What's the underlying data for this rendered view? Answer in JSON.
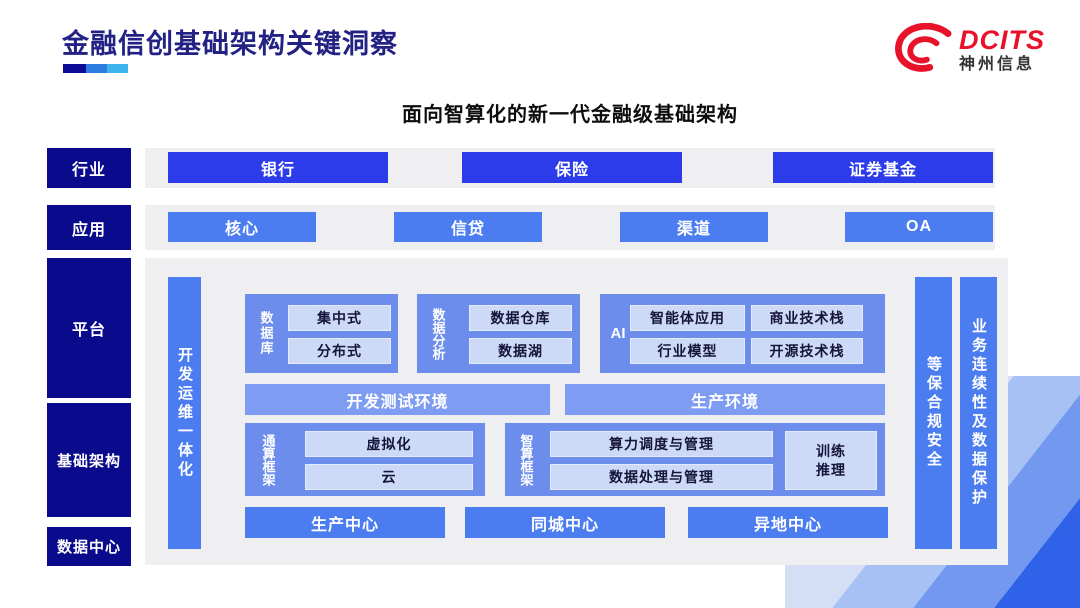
{
  "header": {
    "title": "金融信创基础架构关键洞察",
    "logo": {
      "brand": "DCITS",
      "company": "神州信息"
    }
  },
  "subtitle": "面向智算化的新一代金融级基础架构",
  "colors": {
    "title_navy": "#232284",
    "label_navy": "#0a0a8c",
    "primary_blue": "#2d3ceb",
    "mid_blue": "#4c7df0",
    "container_blue": "#6c8deb",
    "soft_blue": "#7e9cf2",
    "light_chip": "#ccdaf8",
    "panel_gray": "#efeff1",
    "brand_red": "#e8132b"
  },
  "rows": {
    "industry": {
      "label": "行业",
      "items": [
        "银行",
        "保险",
        "证券基金"
      ]
    },
    "application": {
      "label": "应用",
      "items": [
        "核心",
        "信贷",
        "渠道",
        "OA"
      ]
    },
    "platform_label": "平台",
    "infrastructure_label": "基础架构",
    "datacenter_label": "数据中心"
  },
  "panel": {
    "devops_bar": "开发运维一体化",
    "database": {
      "label": "数据库",
      "items": [
        "集中式",
        "分布式"
      ]
    },
    "analytics": {
      "label": "数据分析",
      "items": [
        "数据仓库",
        "数据湖"
      ]
    },
    "ai": {
      "label": "AI",
      "items": [
        "智能体应用",
        "商业技术栈",
        "行业模型",
        "开源技术栈"
      ]
    },
    "environments": [
      "开发测试环境",
      "生产环境"
    ],
    "general_framework": {
      "label": "通算框架",
      "items": [
        "虚拟化",
        "云"
      ]
    },
    "intelligent_framework": {
      "label": "智算框架",
      "items": [
        "算力调度与管理",
        "数据处理与管理"
      ],
      "side_box": [
        "训练",
        "推理"
      ]
    },
    "datacenters": [
      "生产中心",
      "同城中心",
      "异地中心"
    ],
    "security_bar": "等保合规安全",
    "continuity_bar": "业务连续性及数据保护"
  }
}
